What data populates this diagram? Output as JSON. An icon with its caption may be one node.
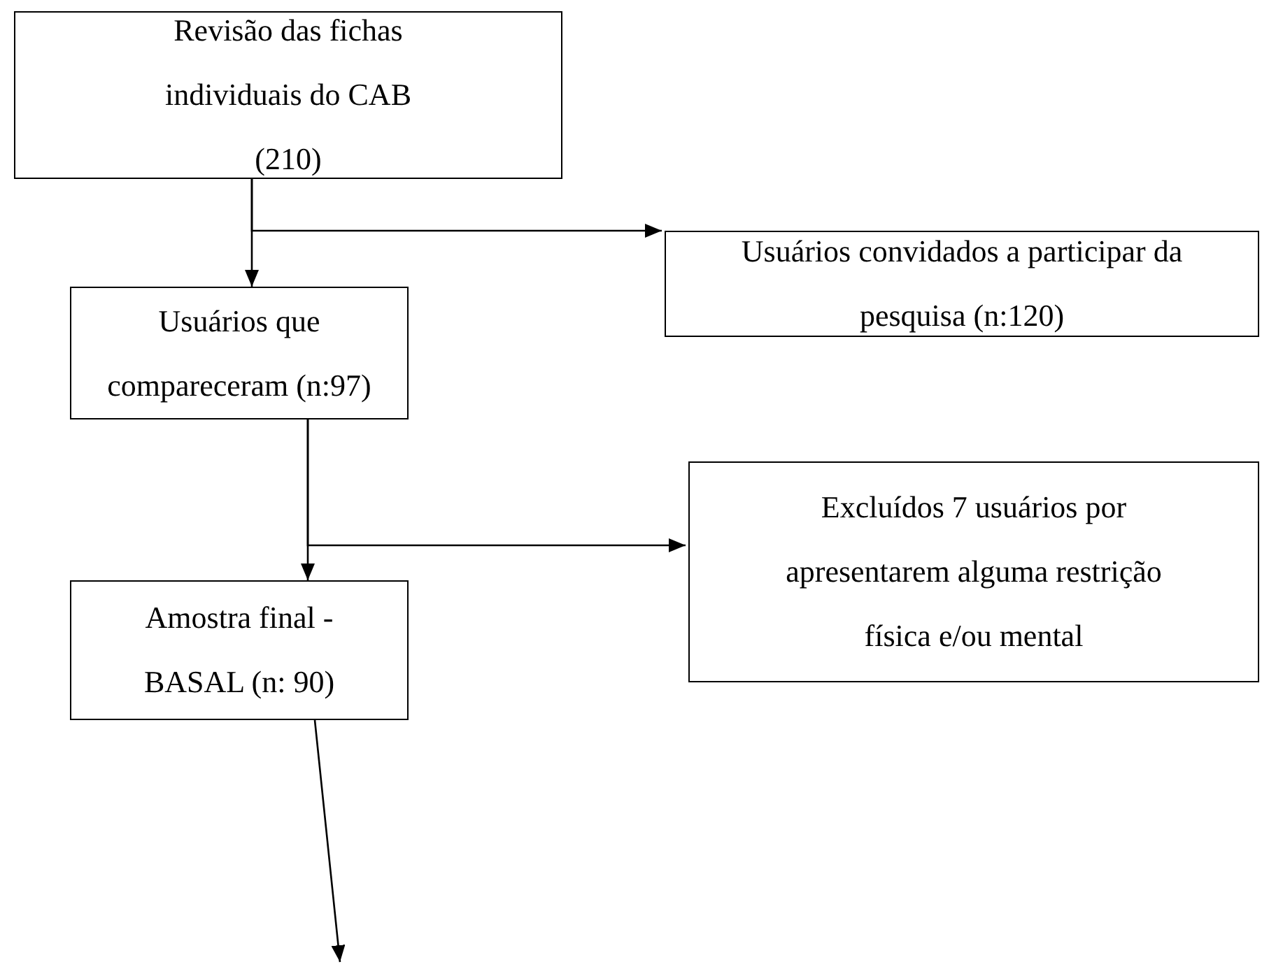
{
  "diagram": {
    "nodes": [
      {
        "text": [
          "Revisão das fichas individuais do CAB (210)"
        ]
      },
      {
        "text": [
          "Usuários convidados a participar da pesquisa (n:120)"
        ]
      },
      {
        "text": [
          "Usuários que compareceram (n:97)"
        ]
      },
      {
        "text": [
          "Excluídos 7 usuários por apresentarem alguma restrição física e/ou mental"
        ]
      },
      {
        "text": [
          "Amostra final - BASAL (n: 90)"
        ]
      }
    ],
    "edges": [
      {
        "from": 0,
        "to": 2,
        "arrow": "to"
      },
      {
        "from": 0,
        "to": 1,
        "arrow": "to"
      },
      {
        "from": 2,
        "to": 4,
        "arrow": "to"
      },
      {
        "from": 2,
        "to": 3,
        "arrow": "to"
      },
      {
        "from": 4,
        "to": null,
        "arrow": "to"
      }
    ]
  }
}
